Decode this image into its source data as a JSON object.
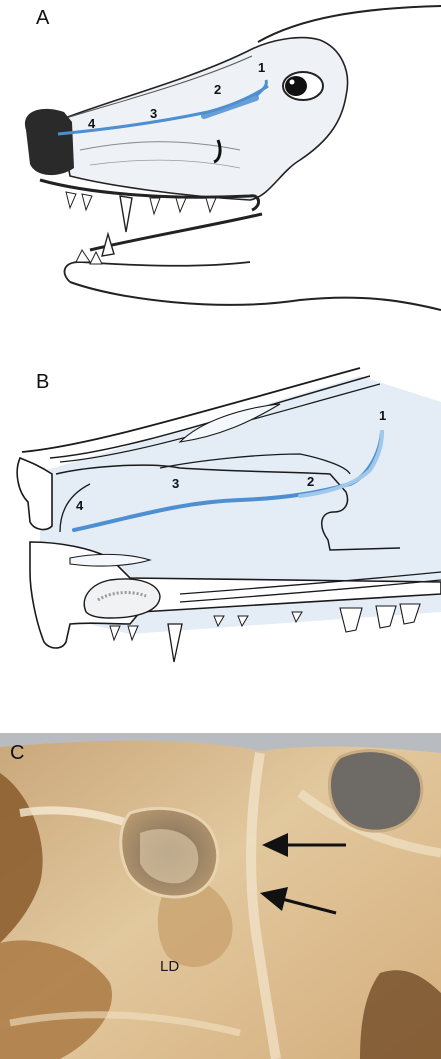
{
  "panels": {
    "a": {
      "letter": "A",
      "labels": {
        "n1": "1",
        "n2": "2",
        "n3": "3",
        "n4": "4"
      }
    },
    "b": {
      "letter": "B",
      "labels": {
        "n1": "1",
        "n2": "2",
        "n3": "3",
        "n4": "4"
      }
    },
    "c": {
      "letter": "C",
      "label_ld": "LD"
    }
  },
  "colors": {
    "duct_blue": "#4d8fd0",
    "duct_light_blue": "#9fc8ea",
    "bone_shade": "#dde7f3",
    "outline": "#1a1a1a",
    "tissue": "#d9b98a",
    "tissue_dark": "#8a5a2c"
  },
  "icons": {
    "arrow_upper": "arrow-left-icon",
    "arrow_lower": "arrow-left-icon"
  }
}
